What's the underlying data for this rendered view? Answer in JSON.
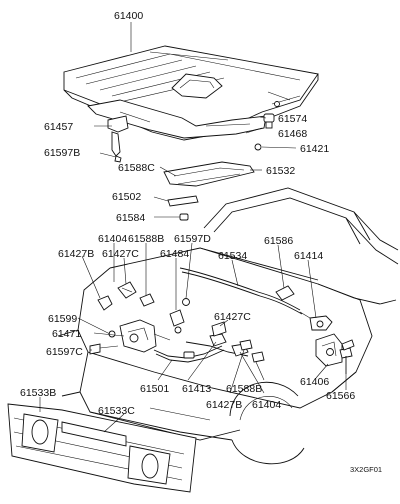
{
  "diagram_code": "3X2GF01",
  "parts": {
    "p61400": "61400",
    "p61574": "61574",
    "p61457": "61457",
    "p61468": "61468",
    "p61597b": "61597B",
    "p61421": "61421",
    "p61588c": "61588C",
    "p61532": "61532",
    "p61502": "61502",
    "p61584": "61584",
    "p61404a": "61404",
    "p61588b_top": "61588B",
    "p61597d": "61597D",
    "p61586": "61586",
    "p61427b_left": "61427B",
    "p61427c_left": "61427C",
    "p61484": "61484",
    "p61534": "61534",
    "p61414": "61414",
    "p61599": "61599",
    "p61427c_right": "61427C",
    "p61471": "61471",
    "p61597c": "61597C",
    "p61501": "61501",
    "p61413": "61413",
    "p61427b_bottom": "61427B",
    "p61588b_bottom": "61588B",
    "p61404b": "61404",
    "p61406": "61406",
    "p61566": "61566",
    "p61533b": "61533B",
    "p61533c": "61533C"
  }
}
